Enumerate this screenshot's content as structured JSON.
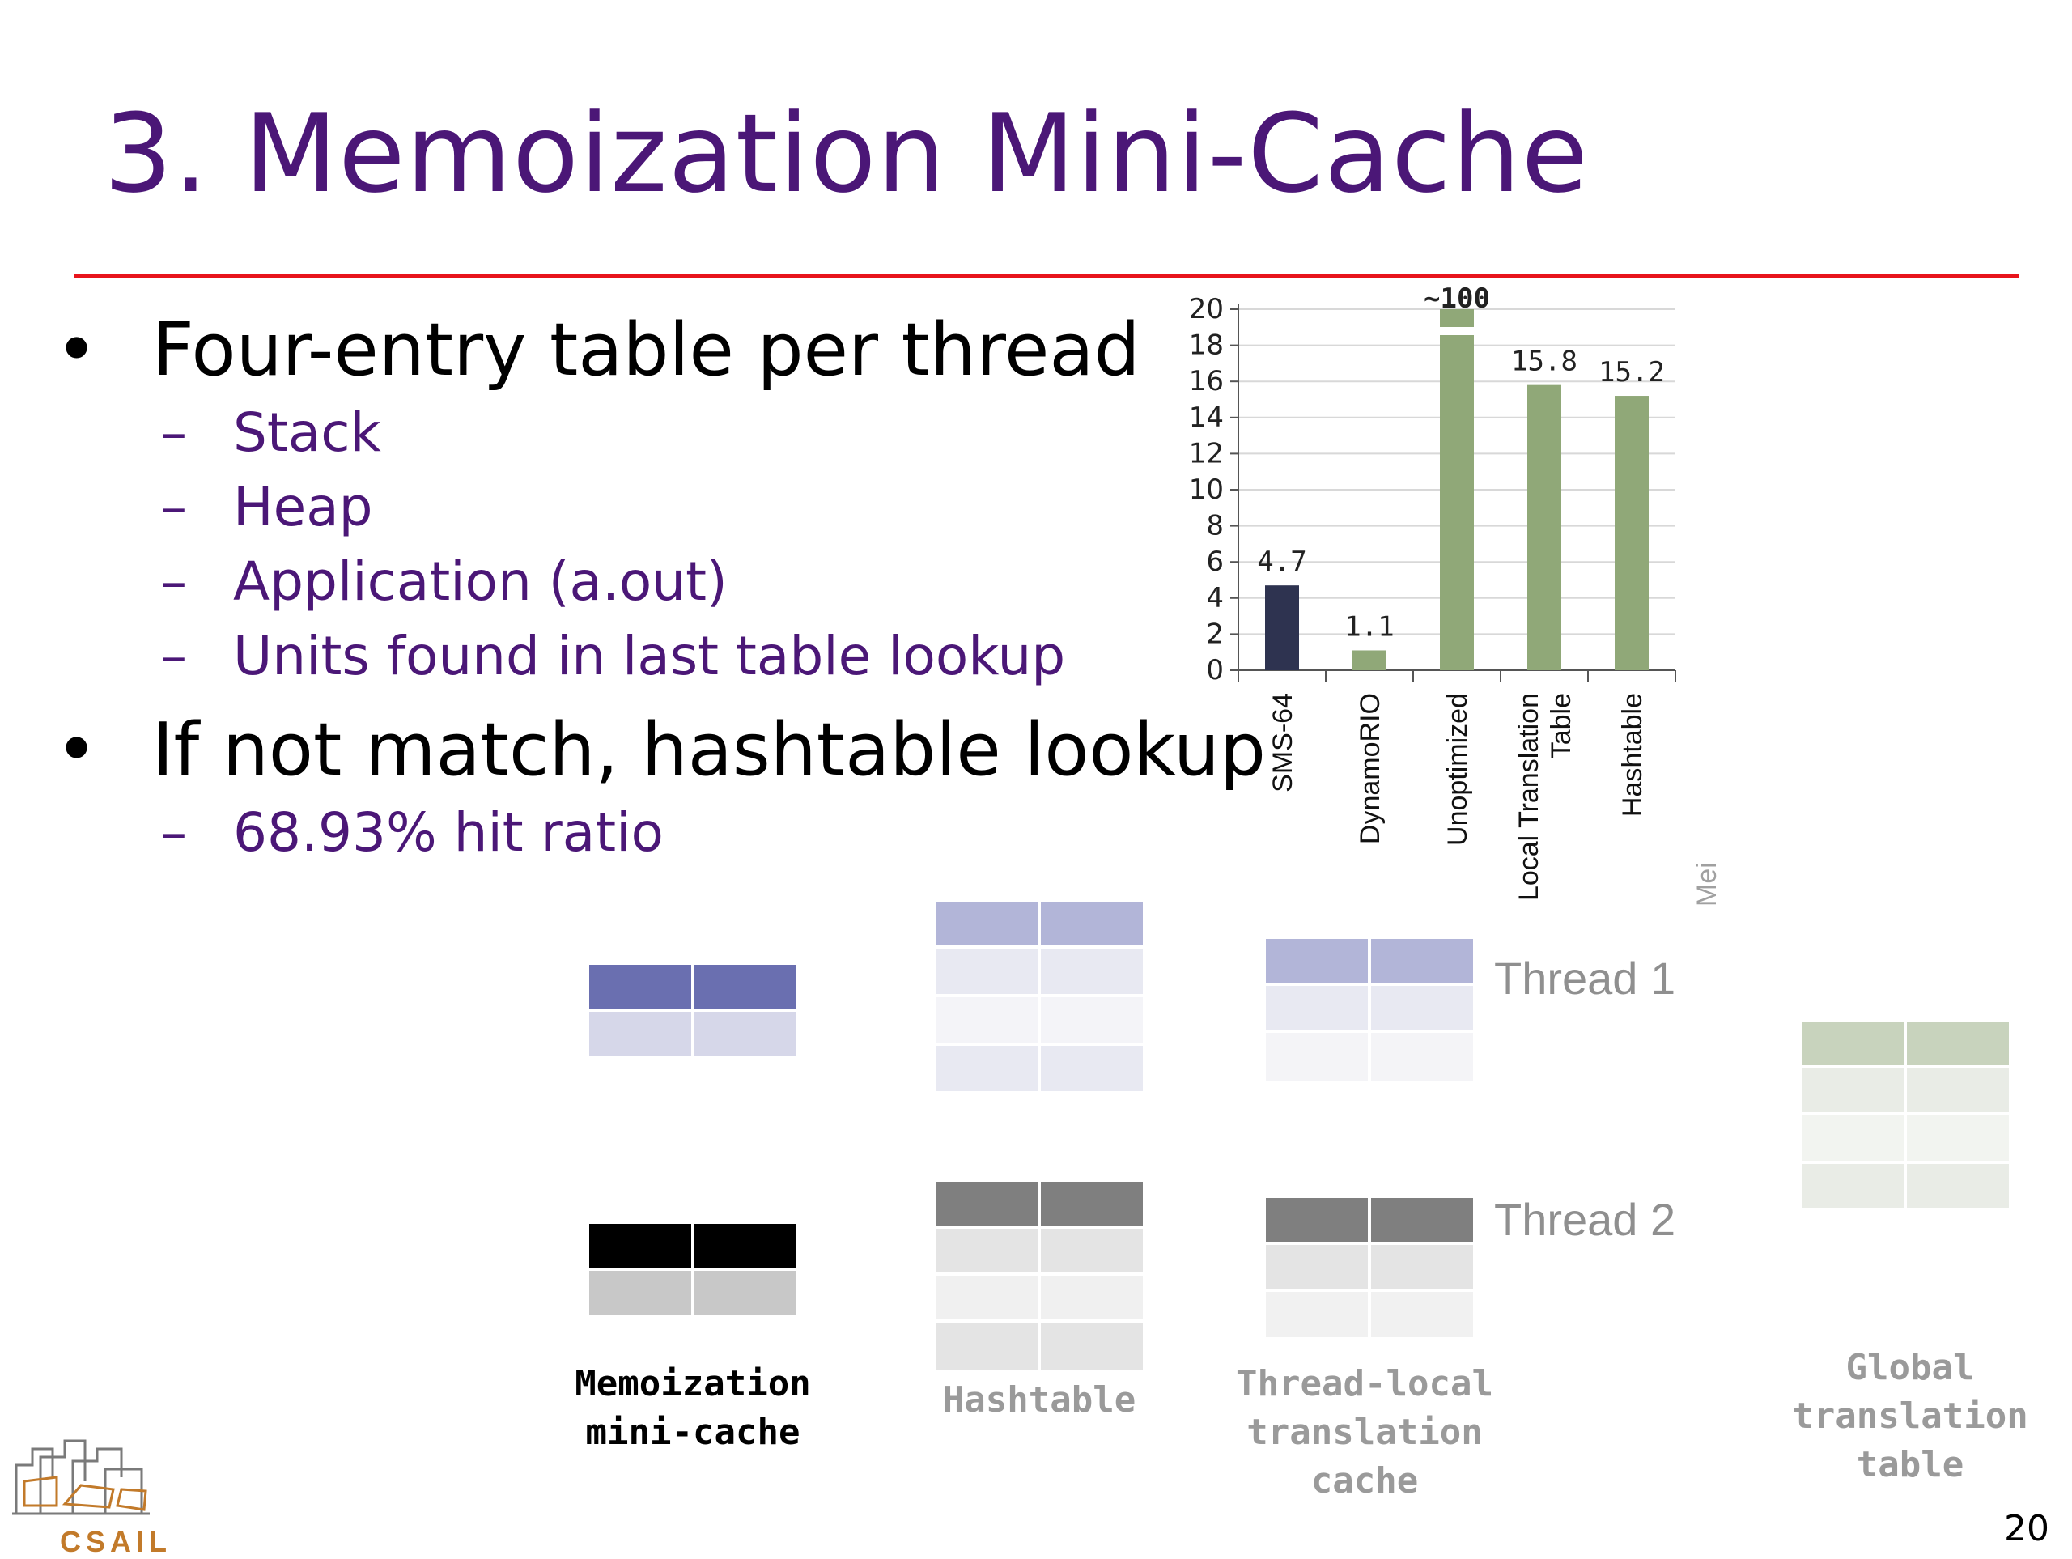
{
  "slide": {
    "title": "3. Memoization Mini-Cache",
    "page_number": "20",
    "logo_text": "CSAIL"
  },
  "bullets": [
    {
      "text": "Four-entry table per thread",
      "sub": [
        "Stack",
        "Heap",
        "Application (a.out)",
        "Units found in last table lookup"
      ]
    },
    {
      "text": "If not match, hashtable lookup",
      "sub": [
        "68.93% hit ratio"
      ]
    }
  ],
  "diagram": {
    "captions": {
      "memo": "Memoization\nmini-cache",
      "hashtable": "Hashtable",
      "thread_local": "Thread-local\ntranslation\ncache",
      "global": "Global\ntranslation\ntable"
    },
    "thread_labels": [
      "Thread 1",
      "Thread 2"
    ],
    "partial_label": "Mei",
    "colors": {
      "thread1_header": "#6a6fb0",
      "thread1_light": "#b2b5d8",
      "thread2_header": "#000000",
      "thread2_mid": "#7f7f7f",
      "global_header": "#c8d3bd"
    }
  },
  "chart_data": {
    "type": "bar",
    "categories": [
      "SMS-64",
      "DynamoRIO",
      "Unoptimized",
      "Local Translation\nTable",
      "Hashtable"
    ],
    "values": [
      4.7,
      1.1,
      100,
      15.8,
      15.2
    ],
    "data_labels": [
      "4.7",
      "1.1",
      "~100",
      "15.8",
      "15.2"
    ],
    "bar_colors": [
      "#2e3350",
      "#90a878",
      "#90a878",
      "#90a878",
      "#90a878"
    ],
    "ylim": [
      0,
      20
    ],
    "yticks": [
      "0",
      "2",
      "4",
      "6",
      "8",
      "10",
      "12",
      "14",
      "16",
      "18",
      "20"
    ],
    "axis_break": "Unoptimized",
    "grid": true
  }
}
